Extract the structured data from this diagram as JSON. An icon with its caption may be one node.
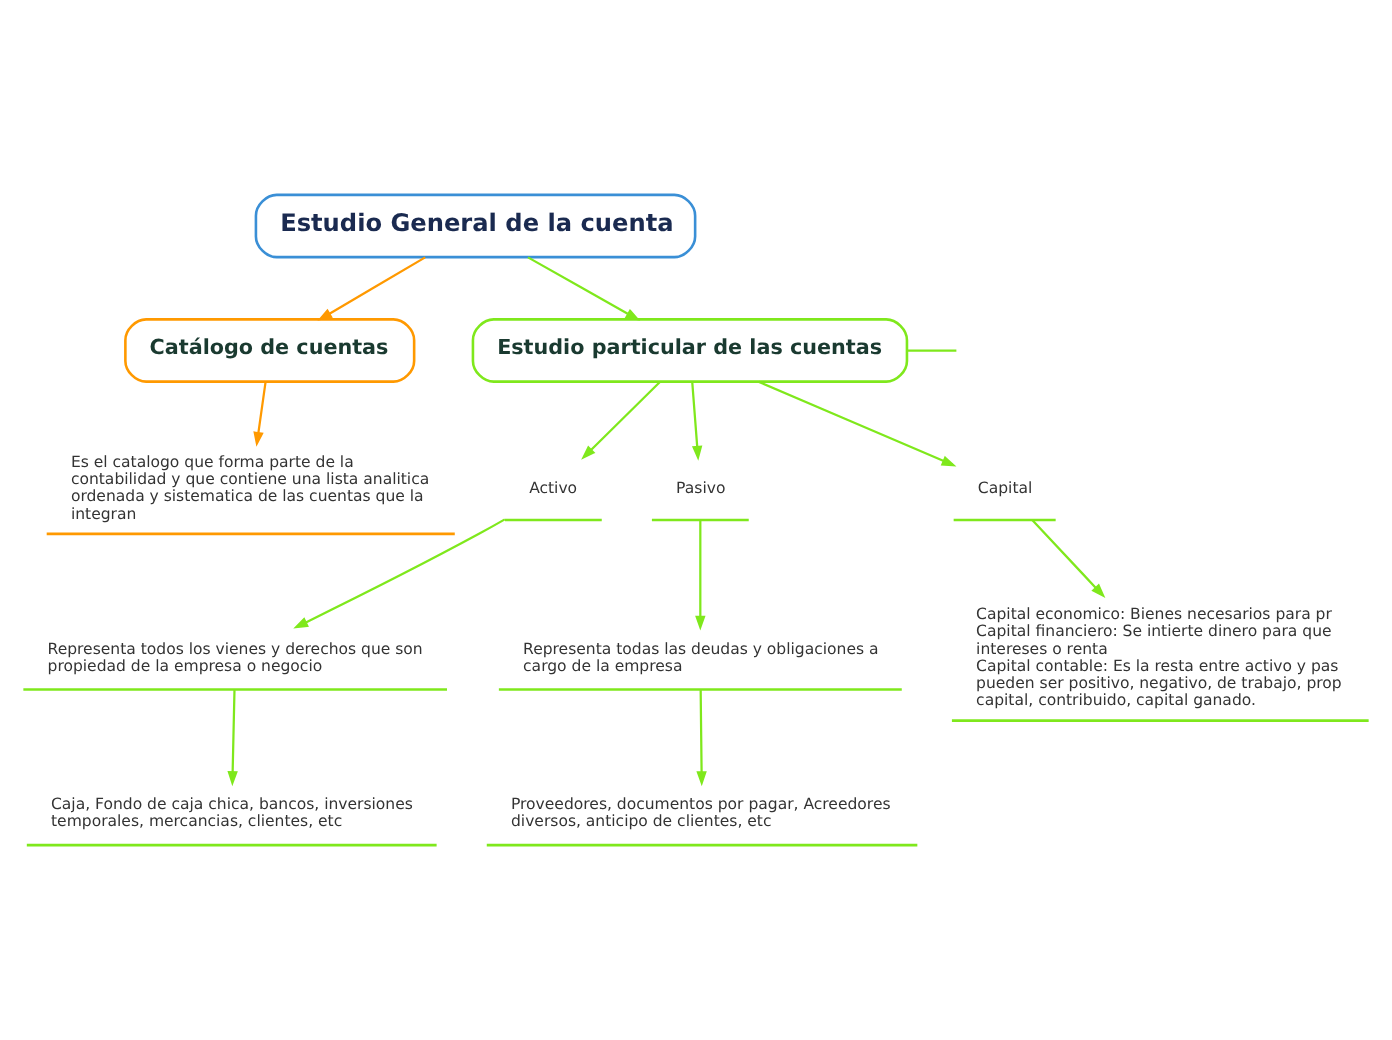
{
  "diagram": {
    "nodes": [
      {
        "text": [
          "Estudio General de la cuenta"
        ]
      },
      {
        "text": [
          "Catálogo de cuentas"
        ]
      },
      {
        "text": [
          "Estudio particular de las cuentas"
        ]
      },
      {
        "text": [
          "Es el catalogo que forma parte de la contabilidad y que contiene una lista analitica ordenada y sistematica de las cuentas que la integran"
        ]
      },
      {
        "text": [
          "Activo"
        ]
      },
      {
        "text": [
          "Pasivo"
        ]
      },
      {
        "text": [
          "Capital"
        ]
      },
      {
        "text": [
          "Representa todos los vienes y derechos que son propiedad de la empresa o negocio"
        ]
      },
      {
        "text": [
          "Caja, Fondo de caja chica, bancos, inversiones temporales, mercancias, clientes, etc"
        ]
      },
      {
        "text": [
          "Representa todas las deudas y obligaciones a cargo de la empresa"
        ]
      },
      {
        "text": [
          "Proveedores, documentos por pagar, Acreedores diversos, anticipo de clientes, etc"
        ]
      },
      {
        "text": [
          "Capital economico: Bienes necesarios para pr",
          "Capital financiero: Se intierte dinero para que intereses o renta",
          "Capital contable: Es la resta entre activo y pas pueden ser positivo, negativo, de trabajo, prop capital, contribuido, capital ganado."
        ]
      }
    ],
    "edges": [
      {
        "from": 0,
        "to": 1,
        "arrow": "to",
        "color": "#ff9900"
      },
      {
        "from": 0,
        "to": 2,
        "arrow": "to"
      },
      {
        "from": 1,
        "to": 3,
        "arrow": "to",
        "color": "#ff9900"
      },
      {
        "from": 2,
        "to": 4,
        "arrow": "to"
      },
      {
        "from": 2,
        "to": 5,
        "arrow": "to"
      },
      {
        "from": 2,
        "to": 6,
        "arrow": "to"
      },
      {
        "from": 2,
        "to": null,
        "arrow": "none"
      },
      {
        "from": 4,
        "to": 7,
        "arrow": "to"
      },
      {
        "from": 7,
        "to": 8,
        "arrow": "to"
      },
      {
        "from": 5,
        "to": 9,
        "arrow": "to"
      },
      {
        "from": 9,
        "to": 10,
        "arrow": "to"
      },
      {
        "from": 6,
        "to": 11,
        "arrow": "to"
      }
    ]
  }
}
